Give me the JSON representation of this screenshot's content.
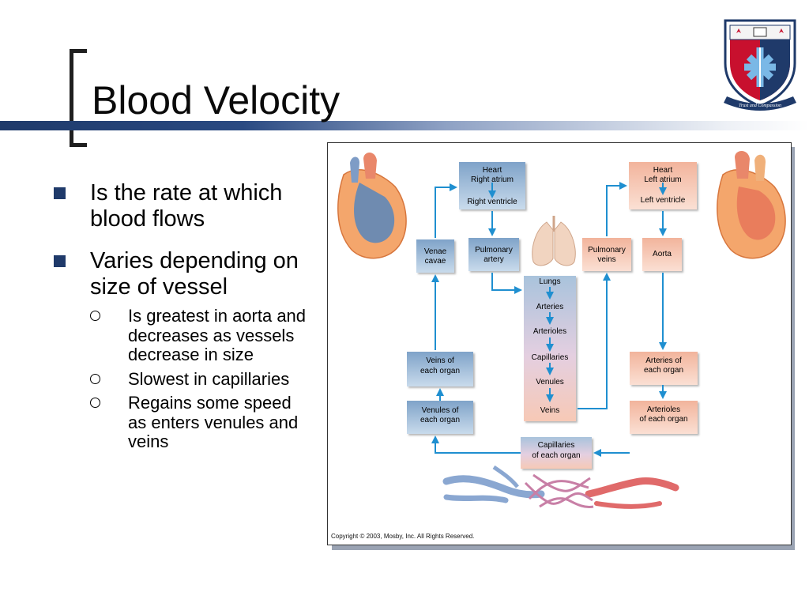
{
  "slide": {
    "title": "Blood Velocity"
  },
  "bullets": [
    {
      "text": "Is the rate at which blood flows"
    },
    {
      "text": "Varies depending on size of vessel",
      "subs": [
        "Is greatest in aorta and decreases as vessels decrease in size",
        "Slowest in capillaries",
        "Regains some speed as enters venules and veins"
      ]
    }
  ],
  "crest": {
    "motto": "Trust and Compassion"
  },
  "figure": {
    "boxes": {
      "heart_right": [
        "Heart",
        "Right atrium",
        "Right ventricle"
      ],
      "heart_left": [
        "Heart",
        "Left atrium",
        "Left ventricle"
      ],
      "venae_cavae": [
        "Venae",
        "cavae"
      ],
      "pulmonary_artery": [
        "Pulmonary",
        "artery"
      ],
      "pulmonary_veins": [
        "Pulmonary",
        "veins"
      ],
      "aorta": [
        "Aorta"
      ],
      "lungs_column": [
        "Lungs",
        "Arteries",
        "Arterioles",
        "Capillaries",
        "Venules",
        "Veins"
      ],
      "veins_each_organ": [
        "Veins of",
        "each organ"
      ],
      "venules_each_organ": [
        "Venules of",
        "each organ"
      ],
      "arteries_each_organ": [
        "Arteries of",
        "each organ"
      ],
      "arterioles_each_organ": [
        "Arterioles",
        "of each organ"
      ],
      "capillaries_each_organ": [
        "Capillaries",
        "of each organ"
      ]
    },
    "copyright": "Copyright © 2003, Mosby, Inc. All Rights Reserved.",
    "colors": {
      "blue_box": "#a9c3dc",
      "pink_box": "#f7c9b6",
      "arrow": "#1f8fd0"
    }
  }
}
